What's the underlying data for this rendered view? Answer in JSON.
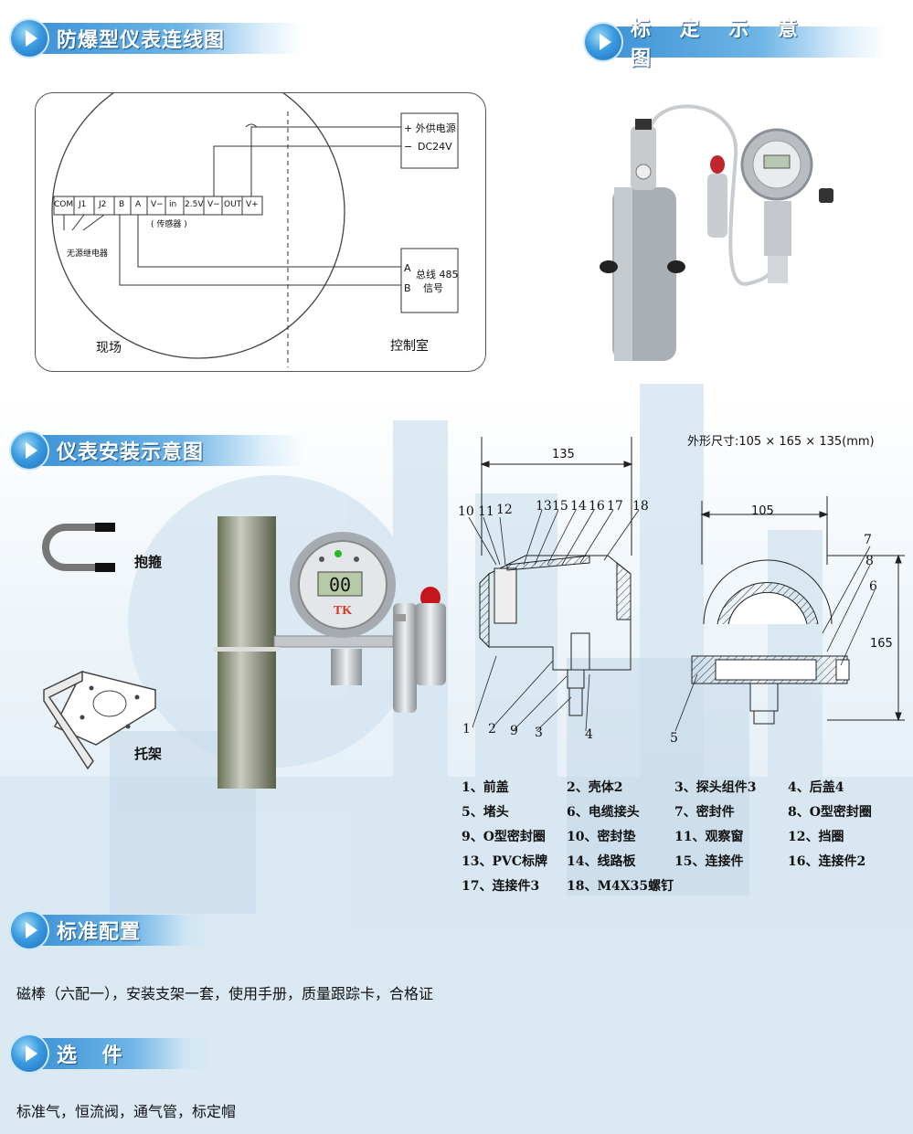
{
  "sections": {
    "wiring_title": "防爆型仪表连线图",
    "calibration_title": "标 定 示 意 图",
    "install_title": "仪表安装示意图",
    "standard_title": "标准配置",
    "options_title": "选  件"
  },
  "wiring": {
    "terminals": [
      "COM",
      "J1",
      "J2",
      "B",
      "A",
      "V−",
      "in",
      "2.5V",
      "V−",
      "OUT",
      "V+"
    ],
    "sensor_label": "( 传感器 )",
    "relay_label": "无源继电器",
    "power_plus": "+ 外供电源",
    "power_minus": "−",
    "power_voltage": "DC24V",
    "bus_a": "A",
    "bus_b": "B",
    "bus_line1": "总线 485",
    "bus_line2": "信号",
    "field_label": "现场",
    "control_room_label": "控制室"
  },
  "install": {
    "u_bolt_label": "抱箍",
    "bracket_label": "托架",
    "display_value": "00",
    "logo_text": "TK"
  },
  "dimensions": {
    "caption": "外形尺寸:105 × 165 × 135(mm)",
    "depth": "135",
    "width": "105",
    "height": "165",
    "callouts_side_top": [
      "10",
      "11",
      "12",
      "13",
      "15",
      "14",
      "16",
      "17",
      "18"
    ],
    "callouts_side_bottom": [
      "1",
      "2",
      "9",
      "3",
      "4"
    ],
    "callouts_front": [
      "7",
      "8",
      "6",
      "5"
    ]
  },
  "parts": [
    "1、前盖",
    "2、壳体2",
    "3、探头组件3",
    "4、后盖4",
    "5、堵头",
    "6、电缆接头",
    "7、密封件",
    "8、O型密封圈",
    "9、O型密封圈",
    "10、密封垫",
    "11、观察窗",
    "12、挡圈",
    "13、PVC标牌",
    "14、线路板",
    "15、连接件",
    "16、连接件2",
    "17、连接件3",
    "18、M4X35螺钉"
  ],
  "standard_config": "磁棒（六配一），安装支架一套，使用手册，质量跟踪卡，合格证",
  "options": "标准气，恒流阀，通气管，标定帽",
  "colors": {
    "header_blue": "#3e93d6",
    "circle_blue": "#1d6fbd"
  }
}
